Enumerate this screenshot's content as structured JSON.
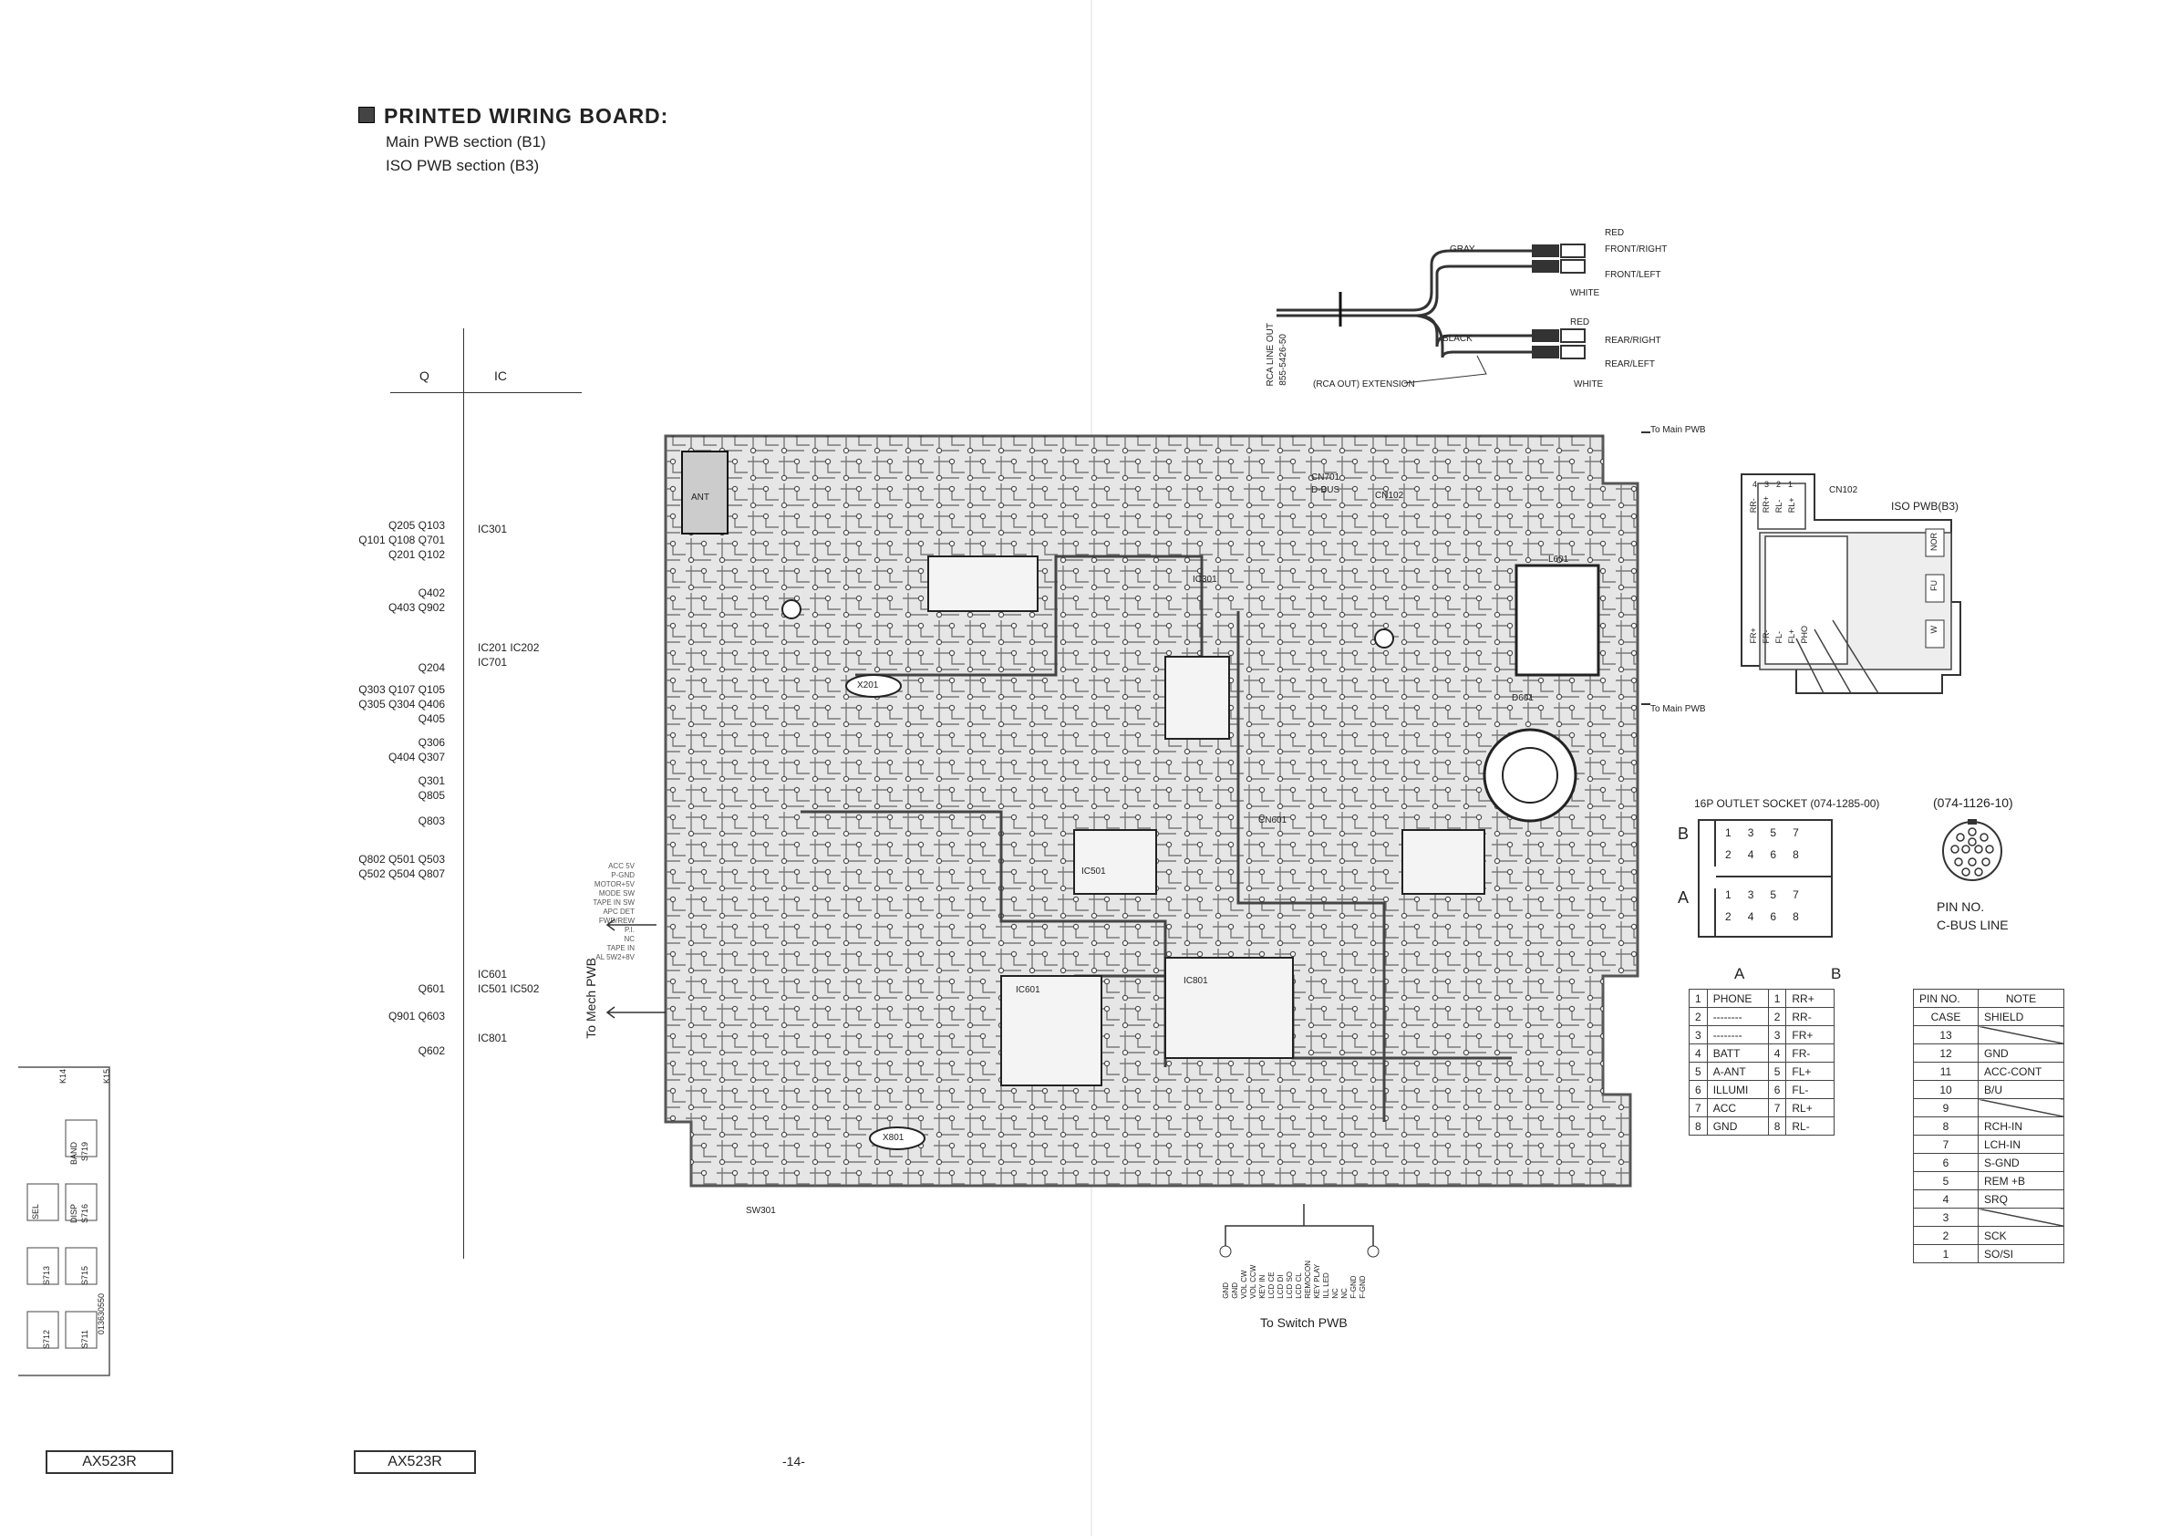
{
  "header": {
    "title": "PRINTED WIRING BOARD:",
    "lines": [
      "Main PWB section (B1)",
      "ISO PWB section (B3)"
    ]
  },
  "index": {
    "q_header": "Q",
    "ic_header": "IC",
    "rows": [
      {
        "q": "",
        "ic": "IC301"
      },
      {
        "q": "Q205 Q103",
        "ic": ""
      },
      {
        "q": "Q101 Q108 Q701",
        "ic": ""
      },
      {
        "q": "Q201 Q102",
        "ic": ""
      },
      {
        "q": "Q402",
        "ic": ""
      },
      {
        "q": "Q403 Q902",
        "ic": ""
      },
      {
        "q": "",
        "ic": "IC201 IC202"
      },
      {
        "q": "",
        "ic": "IC701"
      },
      {
        "q": "Q204",
        "ic": ""
      },
      {
        "q": "Q303 Q107 Q105",
        "ic": ""
      },
      {
        "q": "Q305 Q304 Q406",
        "ic": ""
      },
      {
        "q": "Q405",
        "ic": ""
      },
      {
        "q": "Q306",
        "ic": ""
      },
      {
        "q": "Q404 Q307",
        "ic": ""
      },
      {
        "q": "Q301",
        "ic": ""
      },
      {
        "q": "Q805",
        "ic": ""
      },
      {
        "q": "Q803",
        "ic": ""
      },
      {
        "q": "Q802 Q501 Q503",
        "ic": ""
      },
      {
        "q": "Q502 Q504 Q807",
        "ic": ""
      },
      {
        "q": "",
        "ic": "IC601"
      },
      {
        "q": "",
        "ic": "IC501 IC502"
      },
      {
        "q": "",
        "ic": "IC801"
      },
      {
        "q": "Q601",
        "ic": ""
      },
      {
        "q": "Q901 Q603",
        "ic": ""
      },
      {
        "q": "Q602",
        "ic": ""
      }
    ]
  },
  "rca": {
    "red_top": "RED",
    "gray": "GRAY",
    "front_right": "FRONT/RIGHT",
    "front_left": "FRONT/LEFT",
    "white_top": "WHITE",
    "red_bottom": "RED",
    "black": "BLACK",
    "rear_right": "REAR/RIGHT",
    "rear_left": "REAR/LEFT",
    "white_bottom": "WHITE",
    "extension": "(RCA OUT) EXTENSION",
    "line_out_1": "RCA LINE OUT",
    "line_out_2": "855-5426-50"
  },
  "pcb": {
    "ant": "ANT",
    "to_mech": "To Mech PWB",
    "to_switch": "To Switch PWB",
    "labels": [
      "IC301",
      "X201",
      "CN601",
      "IC501",
      "X801",
      "SW301",
      "CN701",
      "D-BUS",
      "L601",
      "D601",
      "CN102",
      "IC801",
      "IC601"
    ],
    "mech_pins": [
      "ACC 5V",
      "P-GND",
      "MOTOR+5V",
      "MODE SW",
      "TAPE IN SW",
      "APC DET",
      "FWD/REW",
      "P.I.",
      "NC",
      "TAPE IN",
      "AL 5W2+8V"
    ],
    "switch_pins": [
      "GND",
      "GND",
      "VOL CW",
      "VOL CCW",
      "KEY IN",
      "LCD CE",
      "LCD DI",
      "LCD SO",
      "LCD CL",
      "REMOCON",
      "KEY PLAY",
      "ILL LED",
      "NC",
      "NC",
      "F-GND",
      "F-GND"
    ]
  },
  "iso": {
    "to_main_c": "To Main PWB",
    "to_main_b": "To Main PWB",
    "cn102": "CN102",
    "iso_pwb": "ISO PWB(B3)",
    "pin_nums": [
      "4",
      "3",
      "2",
      "1"
    ],
    "top_pins": [
      "RR-",
      "RR+",
      "RL-",
      "RL+"
    ],
    "bottom_pins": [
      "FR+",
      "FR-",
      "FL-",
      "FL+",
      "PHO"
    ],
    "side_labels": [
      "NOR",
      "FU",
      "W"
    ]
  },
  "socket16": {
    "title": "16P OUTLET SOCKET (074-1285-00)",
    "label_a": "A",
    "label_b": "B",
    "b_row1": [
      "1",
      "3",
      "5",
      "7"
    ],
    "b_row2": [
      "2",
      "4",
      "6",
      "8"
    ],
    "a_row1": [
      "1",
      "3",
      "5",
      "7"
    ],
    "a_row2": [
      "2",
      "4",
      "6",
      "8"
    ]
  },
  "din": {
    "title": "(074-1126-10)",
    "pin_no": "PIN NO.",
    "cbus": "C-BUS LINE"
  },
  "ab_table": {
    "header_a": "A",
    "header_b": "B",
    "rows": [
      {
        "na": "1",
        "a": "PHONE",
        "nb": "1",
        "b": "RR+"
      },
      {
        "na": "2",
        "a": "--------",
        "nb": "2",
        "b": "RR-"
      },
      {
        "na": "3",
        "a": "--------",
        "nb": "3",
        "b": "FR+"
      },
      {
        "na": "4",
        "a": "BATT",
        "nb": "4",
        "b": "FR-"
      },
      {
        "na": "5",
        "a": "A-ANT",
        "nb": "5",
        "b": "FL+"
      },
      {
        "na": "6",
        "a": "ILLUMI",
        "nb": "6",
        "b": "FL-"
      },
      {
        "na": "7",
        "a": "ACC",
        "nb": "7",
        "b": "RL+"
      },
      {
        "na": "8",
        "a": "GND",
        "nb": "8",
        "b": "RL-"
      }
    ]
  },
  "pin_table": {
    "header_pin": "PIN NO.",
    "header_note": "NOTE",
    "rows": [
      {
        "pin": "CASE",
        "note": "SHIELD"
      },
      {
        "pin": "13",
        "note": ""
      },
      {
        "pin": "12",
        "note": "GND"
      },
      {
        "pin": "11",
        "note": "ACC-CONT"
      },
      {
        "pin": "10",
        "note": "B/U"
      },
      {
        "pin": "9",
        "note": ""
      },
      {
        "pin": "8",
        "note": "RCH-IN"
      },
      {
        "pin": "7",
        "note": "LCH-IN"
      },
      {
        "pin": "6",
        "note": "S-GND"
      },
      {
        "pin": "5",
        "note": "REM +B"
      },
      {
        "pin": "4",
        "note": "SRQ"
      },
      {
        "pin": "3",
        "note": ""
      },
      {
        "pin": "2",
        "note": "SCK"
      },
      {
        "pin": "1",
        "note": "SO/SI"
      }
    ]
  },
  "switch_strip": {
    "labels": [
      "K14",
      "K15",
      "BAND",
      "S719",
      "DISP",
      "S716",
      "SEL",
      "S713",
      "S712",
      "S711",
      "S715"
    ],
    "part": "013630550"
  },
  "footer": {
    "model_left": "AX523R",
    "model_mid": "AX523R",
    "page": "-14-"
  },
  "colors": {
    "ink": "#222222",
    "board": "#e6e6e6",
    "trace": "#555555"
  }
}
